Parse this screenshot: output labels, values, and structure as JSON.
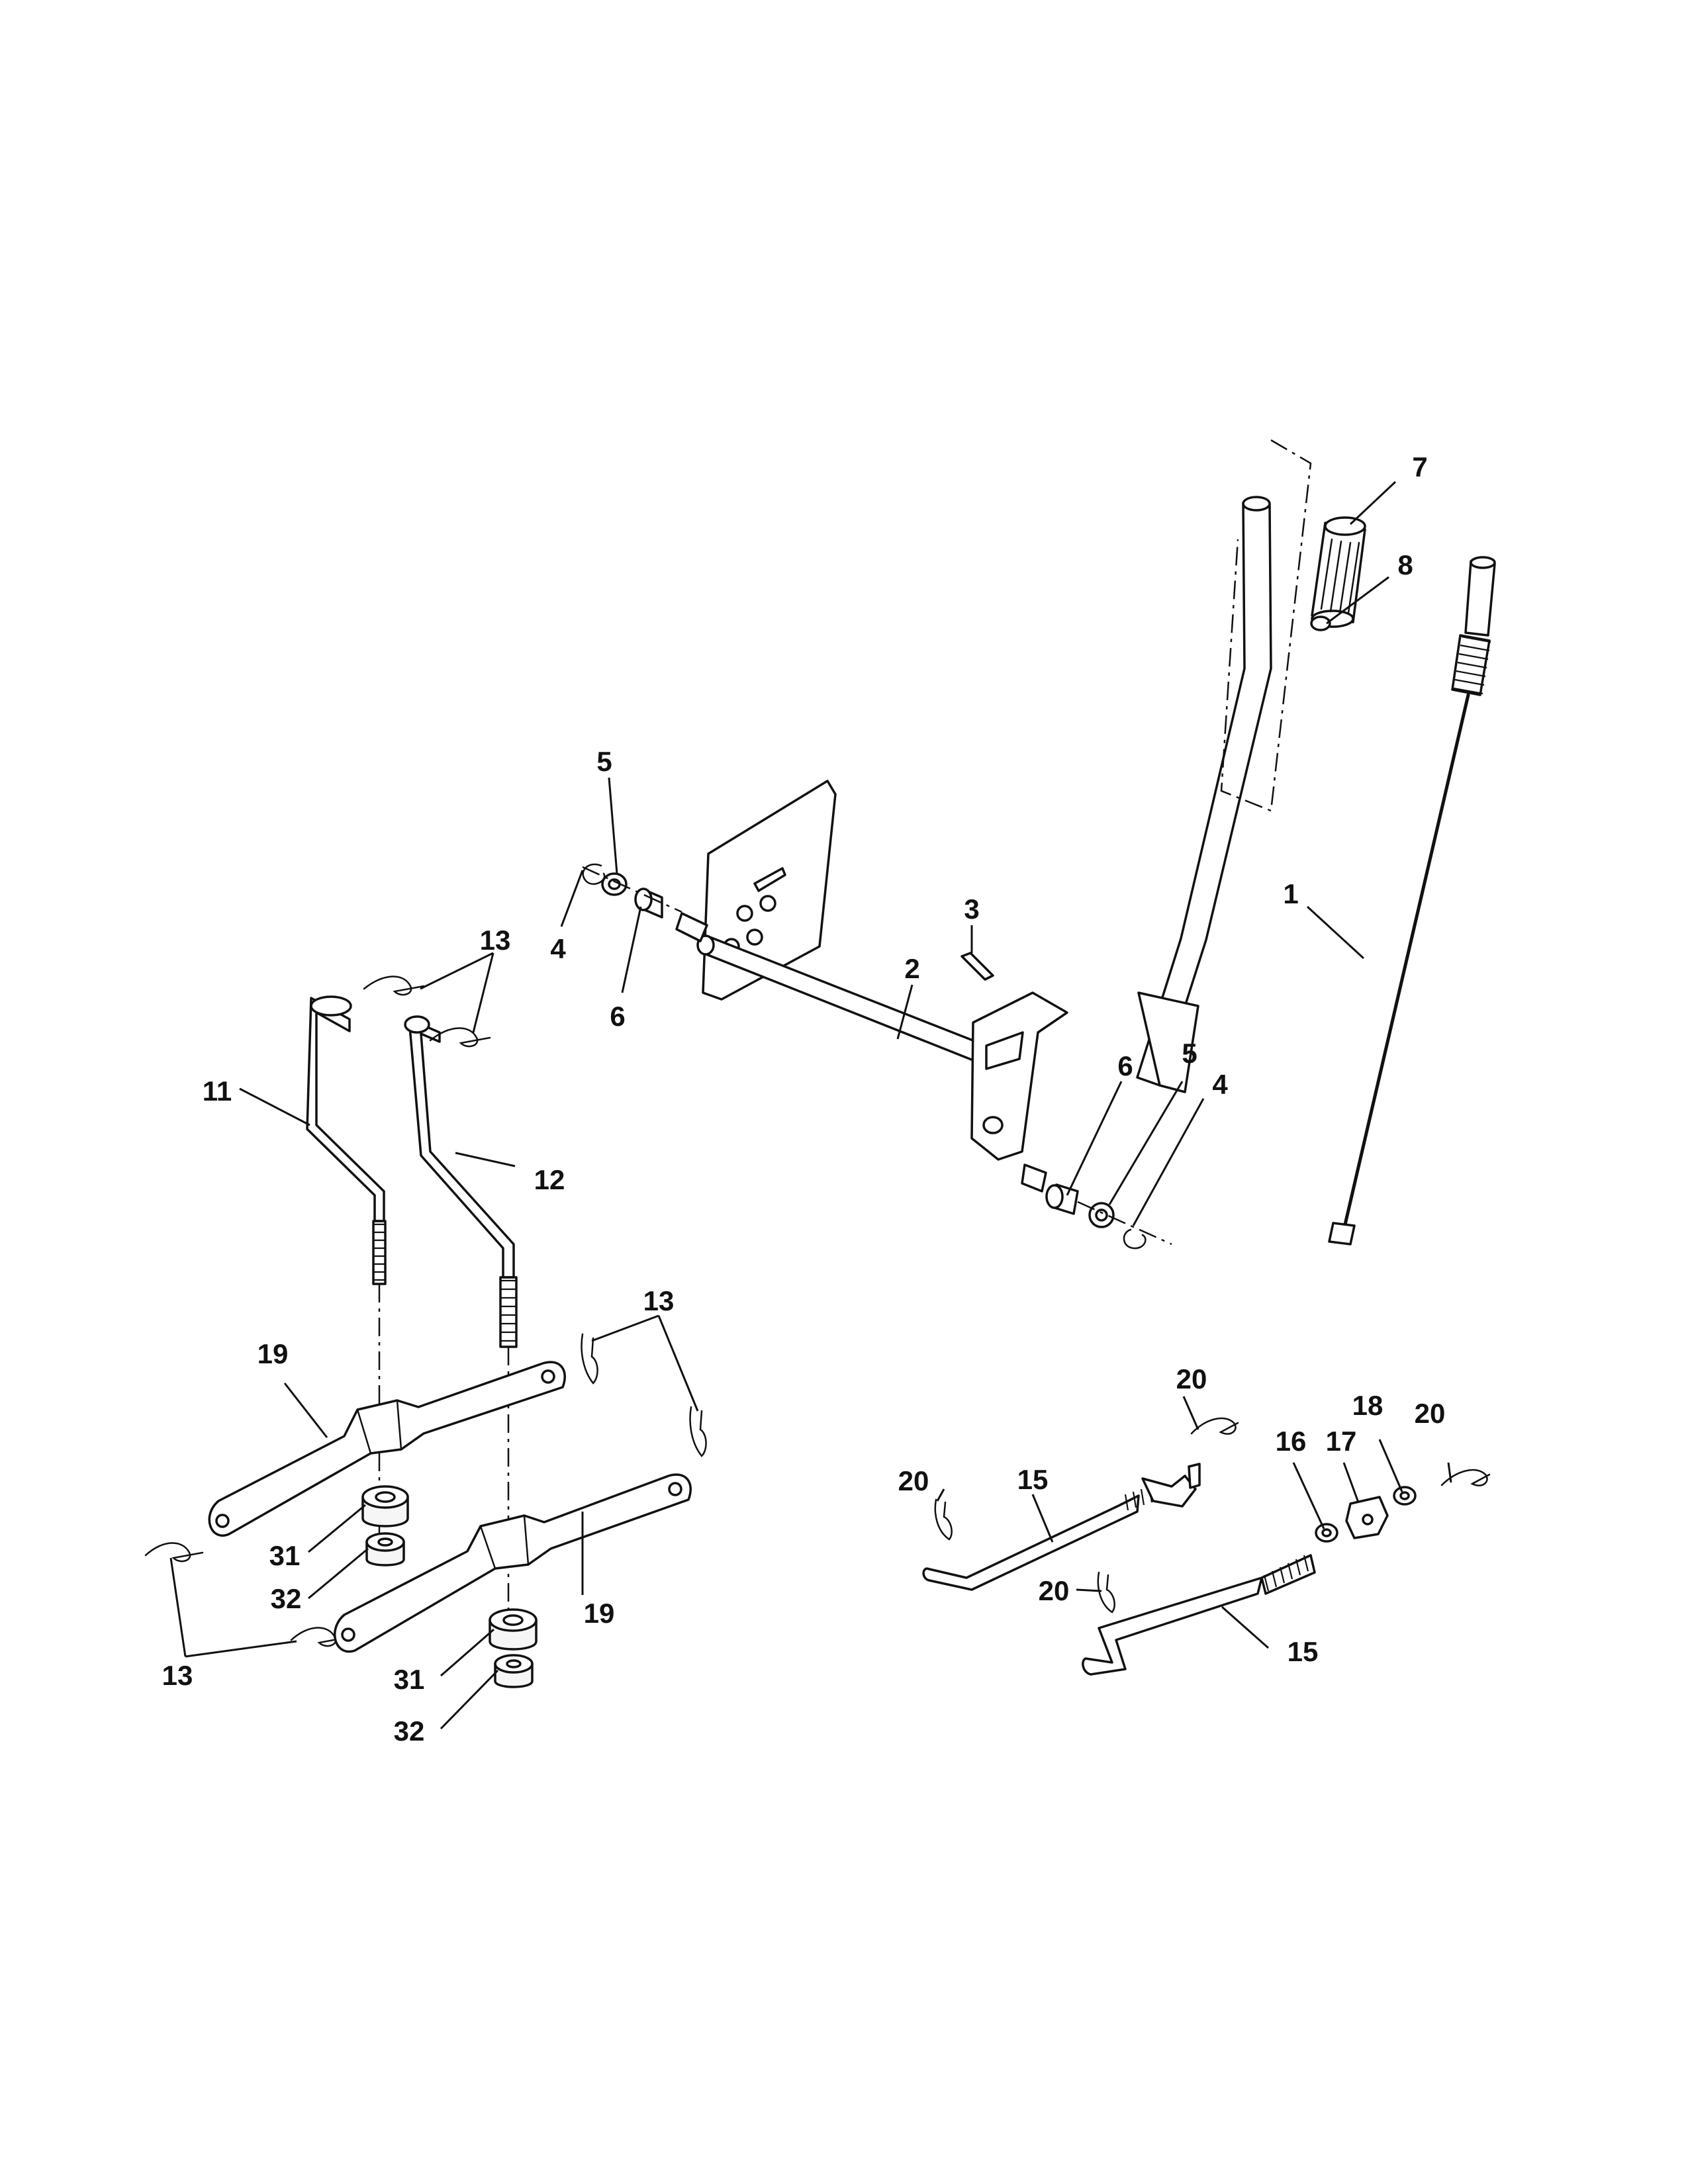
{
  "diagram": {
    "ink_color": "#111111",
    "paper_color": "#ffffff",
    "callouts": {
      "c1": "1",
      "c2": "2",
      "c3": "3",
      "c4_left": "4",
      "c4_right": "4",
      "c5_left": "5",
      "c5_right": "5",
      "c6_left": "6",
      "c6_right": "6",
      "c7": "7",
      "c8": "8",
      "c11": "11",
      "c12": "12",
      "c13_top": "13",
      "c13_mid": "13",
      "c13_bottom": "13",
      "c15_upper": "15",
      "c15_lower": "15",
      "c16": "16",
      "c17": "17",
      "c18": "18",
      "c19_upper": "19",
      "c19_lower": "19",
      "c20_top": "20",
      "c20_left": "20",
      "c20_right": "20",
      "c20_lower": "20",
      "c31_upper": "31",
      "c31_lower": "31",
      "c32_upper": "32",
      "c32_lower": "32"
    }
  }
}
